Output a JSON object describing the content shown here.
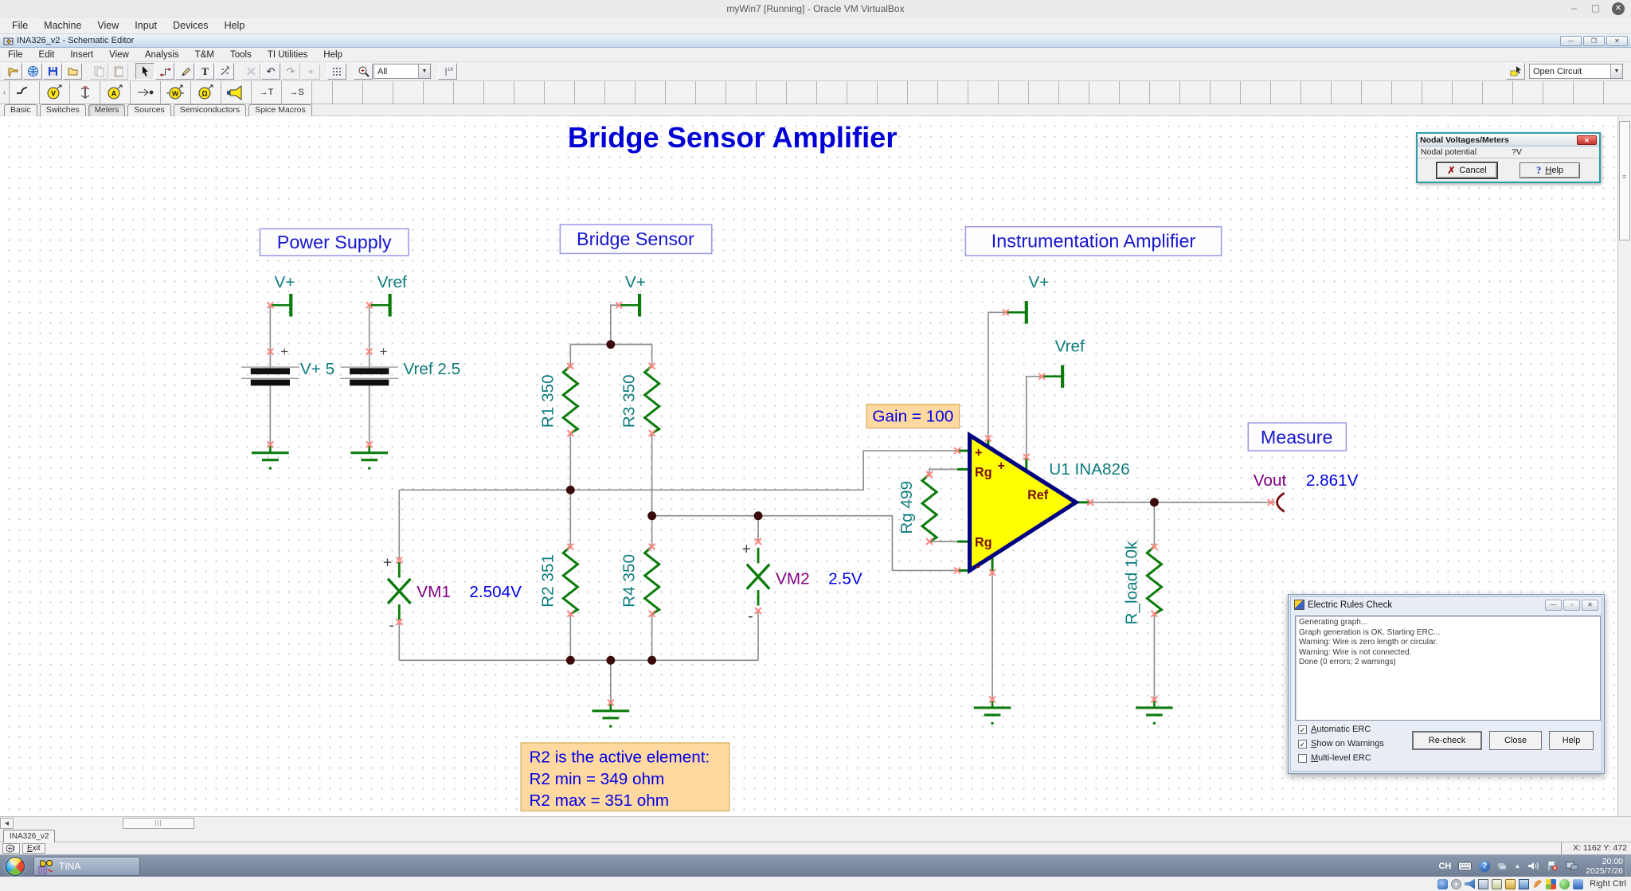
{
  "vbox": {
    "title": "myWin7 [Running] - Oracle VM VirtualBox",
    "menu": [
      "File",
      "Machine",
      "View",
      "Input",
      "Devices",
      "Help"
    ],
    "host_key": "Right Ctrl"
  },
  "tina": {
    "title": "INA326_v2 - Schematic Editor",
    "menu": [
      "File",
      "Edit",
      "Insert",
      "View",
      "Analysis",
      "T&M",
      "Tools",
      "TI Utilities",
      "Help"
    ],
    "zoom_select": "All",
    "open_mode": "Open Circuit",
    "component_tabs": [
      "Basic",
      "Switches",
      "Meters",
      "Sources",
      "Semiconductors",
      "Spice Macros"
    ],
    "active_tab": "Meters",
    "tm_t": "→T",
    "tm_s": "→S",
    "doc_tab": "INA326_v2",
    "exit_label": "Exit",
    "coords": "X: 1162 Y: 472"
  },
  "schematic": {
    "title": "Bridge Sensor Amplifier",
    "sections": {
      "power": "Power Supply",
      "bridge": "Bridge Sensor",
      "amp": "Instrumentation Amplifier",
      "measure": "Measure"
    },
    "gain_note": "Gain = 100",
    "notes": [
      "R2 is the active element:",
      "R2 min = 349 ohm",
      "R2 max = 351 ohm"
    ],
    "labels": {
      "ps_vplus": "V+",
      "ps_vref": "Vref",
      "bat1": "V+ 5",
      "bat2": "Vref 2.5",
      "bridge_vplus": "V+",
      "r1": "R1 350",
      "r2": "R2 351",
      "r3": "R3 350",
      "r4": "R4 350",
      "vm1": "VM1",
      "vm1_value": "2.504V",
      "vm2": "VM2",
      "vm2_value": "2.5V",
      "amp_vplus": "V+",
      "amp_vref": "Vref",
      "rg": "Rg 499",
      "u1": "U1 INA826",
      "rload": "R_load 10k",
      "vout": "Vout",
      "vout_value": "2.861V"
    },
    "pins": {
      "plus": "+",
      "minus": "-",
      "rg": "Rg",
      "rg_plus": "+",
      "ref": "Ref"
    },
    "polarity": {
      "plus": "+",
      "minus": "-"
    }
  },
  "nodal_dialog": {
    "title": "Nodal Voltages/Meters",
    "row_label": "Nodal potential",
    "row_value": "?V",
    "cancel_label": "Cancel",
    "help_label": "Help"
  },
  "erc_dialog": {
    "title": "Electric Rules Check",
    "log": [
      "Generating graph...",
      "Graph generation is OK.  Starting ERC...",
      "Warning: Wire is zero length or circular.",
      "Warning: Wire is not connected.",
      "Done (0 errors; 2 warnings)"
    ],
    "checkboxes": [
      {
        "label": "Automatic ERC",
        "checked": true
      },
      {
        "label": "Show on Warnings",
        "checked": true
      },
      {
        "label": "Multi-level ERC",
        "checked": false
      }
    ],
    "buttons": {
      "recheck": "Re-check",
      "close": "Close",
      "help": "Help"
    }
  },
  "taskbar": {
    "app": "TINA",
    "lang": "CH",
    "time": "20:00",
    "date": "2025/7/26"
  },
  "colors": {
    "accent_blue": "#0000D6",
    "teal": "#0E7C7C",
    "purple": "#80007F",
    "value_blue": "#0000E8",
    "component_green": "#0B7B0B",
    "note_bg": "#FFD9A0",
    "opamp_fill": "#FFFF00",
    "opamp_border": "#000080"
  }
}
